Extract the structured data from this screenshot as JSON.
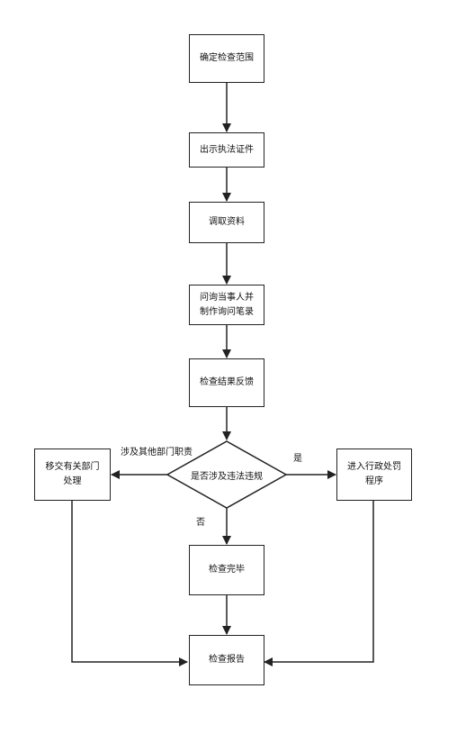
{
  "nodes": {
    "confirm_scope": "确定检查范围",
    "show_credentials": "出示执法证件",
    "retrieve_materials": "调取资料",
    "inquiry_line1": "问询当事人并",
    "inquiry_line2": "制作询问笔录",
    "result_feedback": "检查结果反馈",
    "decision": "是否涉及违法违规",
    "transfer_line1": "移交有关部门",
    "transfer_line2": "处理",
    "penalty_line1": "进入行政处罚",
    "penalty_line2": "程序",
    "inspection_done": "检查完毕",
    "inspection_report": "检查报告"
  },
  "edge_labels": {
    "other_dept": "涉及其他部门职责",
    "yes": "是",
    "no": "否"
  }
}
